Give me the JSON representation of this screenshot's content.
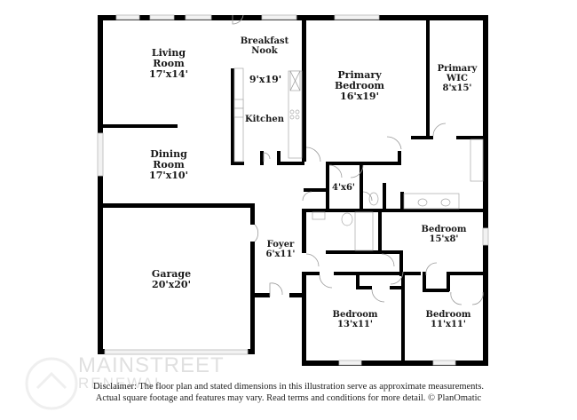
{
  "rooms": {
    "living": {
      "name": "Living Room",
      "line1": "Living",
      "line2": "Room",
      "dim": "17'x14'"
    },
    "breakfast": {
      "line1": "Breakfast",
      "line2": "Nook"
    },
    "kitchen": {
      "name": "Kitchen",
      "dim": "9'x19'"
    },
    "dining": {
      "line1": "Dining",
      "line2": "Room",
      "dim": "17'x10'"
    },
    "primary_bedroom": {
      "line1": "Primary",
      "line2": "Bedroom",
      "dim": "16'x19'"
    },
    "primary_wic": {
      "line1": "Primary",
      "line2": "WIC",
      "dim": "8'x15'"
    },
    "closet": {
      "dim": "4'x6'"
    },
    "garage": {
      "name": "Garage",
      "dim": "20'x20'"
    },
    "foyer": {
      "name": "Foyer",
      "dim": "6'x11'"
    },
    "bedroom_east": {
      "name": "Bedroom",
      "dim": "15'x8'"
    },
    "bedroom_sw": {
      "name": "Bedroom",
      "dim": "13'x11'"
    },
    "bedroom_se": {
      "name": "Bedroom",
      "dim": "11'x11'"
    }
  },
  "watermark": {
    "line1": "MAINSTREET",
    "line2": "RENEWAL"
  },
  "disclaimer": {
    "line1": "Disclaimer: The floor plan and stated dimensions in this illustration serve as approximate measurements.",
    "line2": "Actual square footage and features may vary. Read terms and conditions for more detail. © PlanOmatic"
  },
  "colors": {
    "wall": "#000000",
    "window": "#f2f2f2",
    "fixture": "#a8a8a8"
  }
}
